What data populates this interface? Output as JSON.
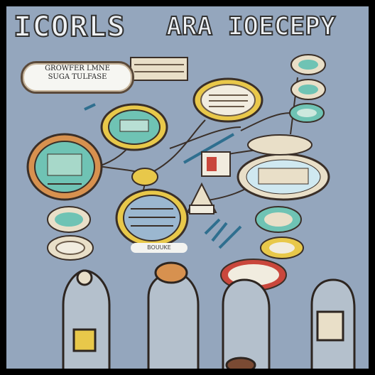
{
  "title": {
    "left": "ICORLS",
    "right": "ARA IOECEPY"
  },
  "callout": {
    "line1": "GROWFER LMNE",
    "line2": "SUGA TULFASE"
  },
  "caption": "BOUUKE",
  "colors": {
    "background": "#94a6bd",
    "outline": "#3a2f28",
    "cream": "#e9dfc8",
    "teal": "#6fc3b4",
    "yellow": "#e8c84a",
    "orange": "#d7914f",
    "red": "#c9473c"
  }
}
